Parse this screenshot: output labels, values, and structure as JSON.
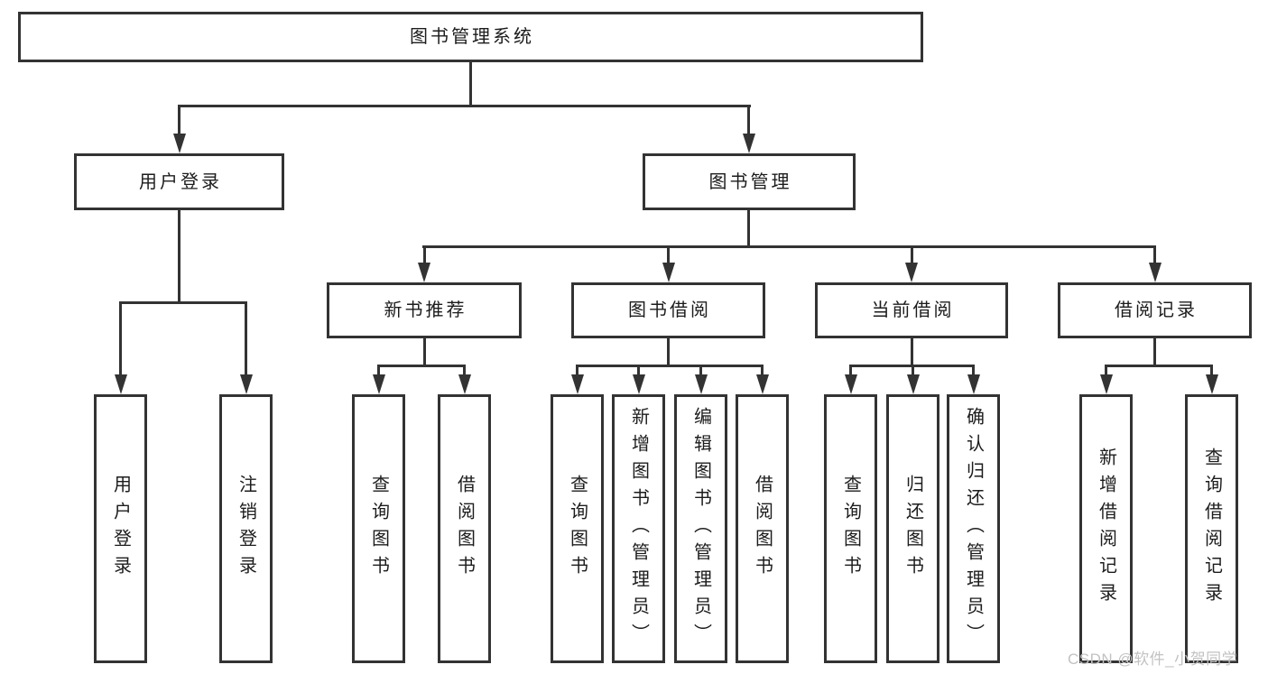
{
  "diagram": {
    "type": "tree",
    "title": "图书管理系统",
    "root": {
      "label": "图书管理系统"
    },
    "level2": [
      {
        "label": "用户登录"
      },
      {
        "label": "图书管理"
      }
    ],
    "level3": [
      {
        "label": "新书推荐",
        "parent": "图书管理"
      },
      {
        "label": "图书借阅",
        "parent": "图书管理"
      },
      {
        "label": "当前借阅",
        "parent": "图书管理"
      },
      {
        "label": "借阅记录",
        "parent": "图书管理"
      }
    ],
    "level4": [
      {
        "label": "用户登录",
        "parent": "用户登录"
      },
      {
        "label": "注销登录",
        "parent": "用户登录"
      },
      {
        "label": "查询图书",
        "parent": "新书推荐"
      },
      {
        "label": "借阅图书",
        "parent": "新书推荐"
      },
      {
        "label": "查询图书",
        "parent": "图书借阅"
      },
      {
        "label": "新增图书（管理员）",
        "parent": "图书借阅"
      },
      {
        "label": "编辑图书（管理员）",
        "parent": "图书借阅"
      },
      {
        "label": "借阅图书",
        "parent": "图书借阅"
      },
      {
        "label": "查询图书",
        "parent": "当前借阅"
      },
      {
        "label": "归还图书",
        "parent": "当前借阅"
      },
      {
        "label": "确认归还（管理员）",
        "parent": "当前借阅"
      },
      {
        "label": "新增借阅记录",
        "parent": "借阅记录"
      },
      {
        "label": "查询借阅记录",
        "parent": "借阅记录"
      }
    ]
  },
  "watermark": "CSDN @软件_小贺同学",
  "colors": {
    "line": "#333333",
    "box_border": "#333333",
    "text": "#1c1c1c",
    "watermark": "#c2c2c2",
    "background": "#ffffff"
  }
}
